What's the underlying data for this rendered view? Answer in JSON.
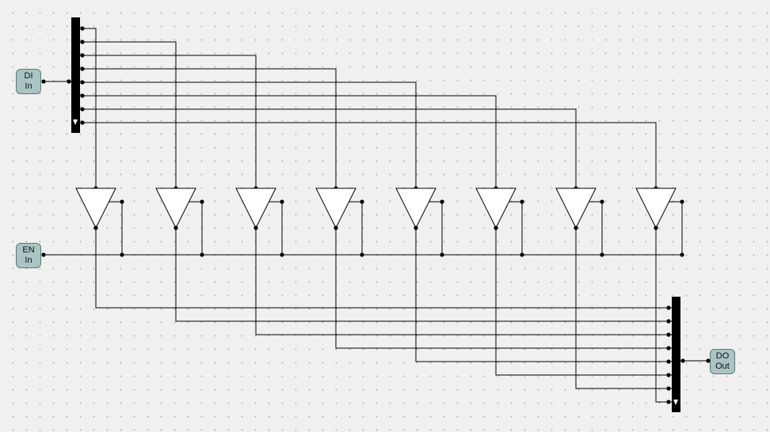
{
  "circuit": {
    "inputs": [
      {
        "id": "di",
        "line1": "DI",
        "line2": "In"
      },
      {
        "id": "en",
        "line1": "EN",
        "line2": "In"
      }
    ],
    "outputs": [
      {
        "id": "do",
        "line1": "DO",
        "line2": "Out"
      }
    ],
    "buffer_count": 8,
    "bus_width": 8,
    "colors": {
      "background": "#f0f0f0",
      "grid_dot": "#b4b4b4",
      "wire": "#000000",
      "pin_fill": "#aac4c4",
      "pin_border": "#5f7878"
    }
  }
}
